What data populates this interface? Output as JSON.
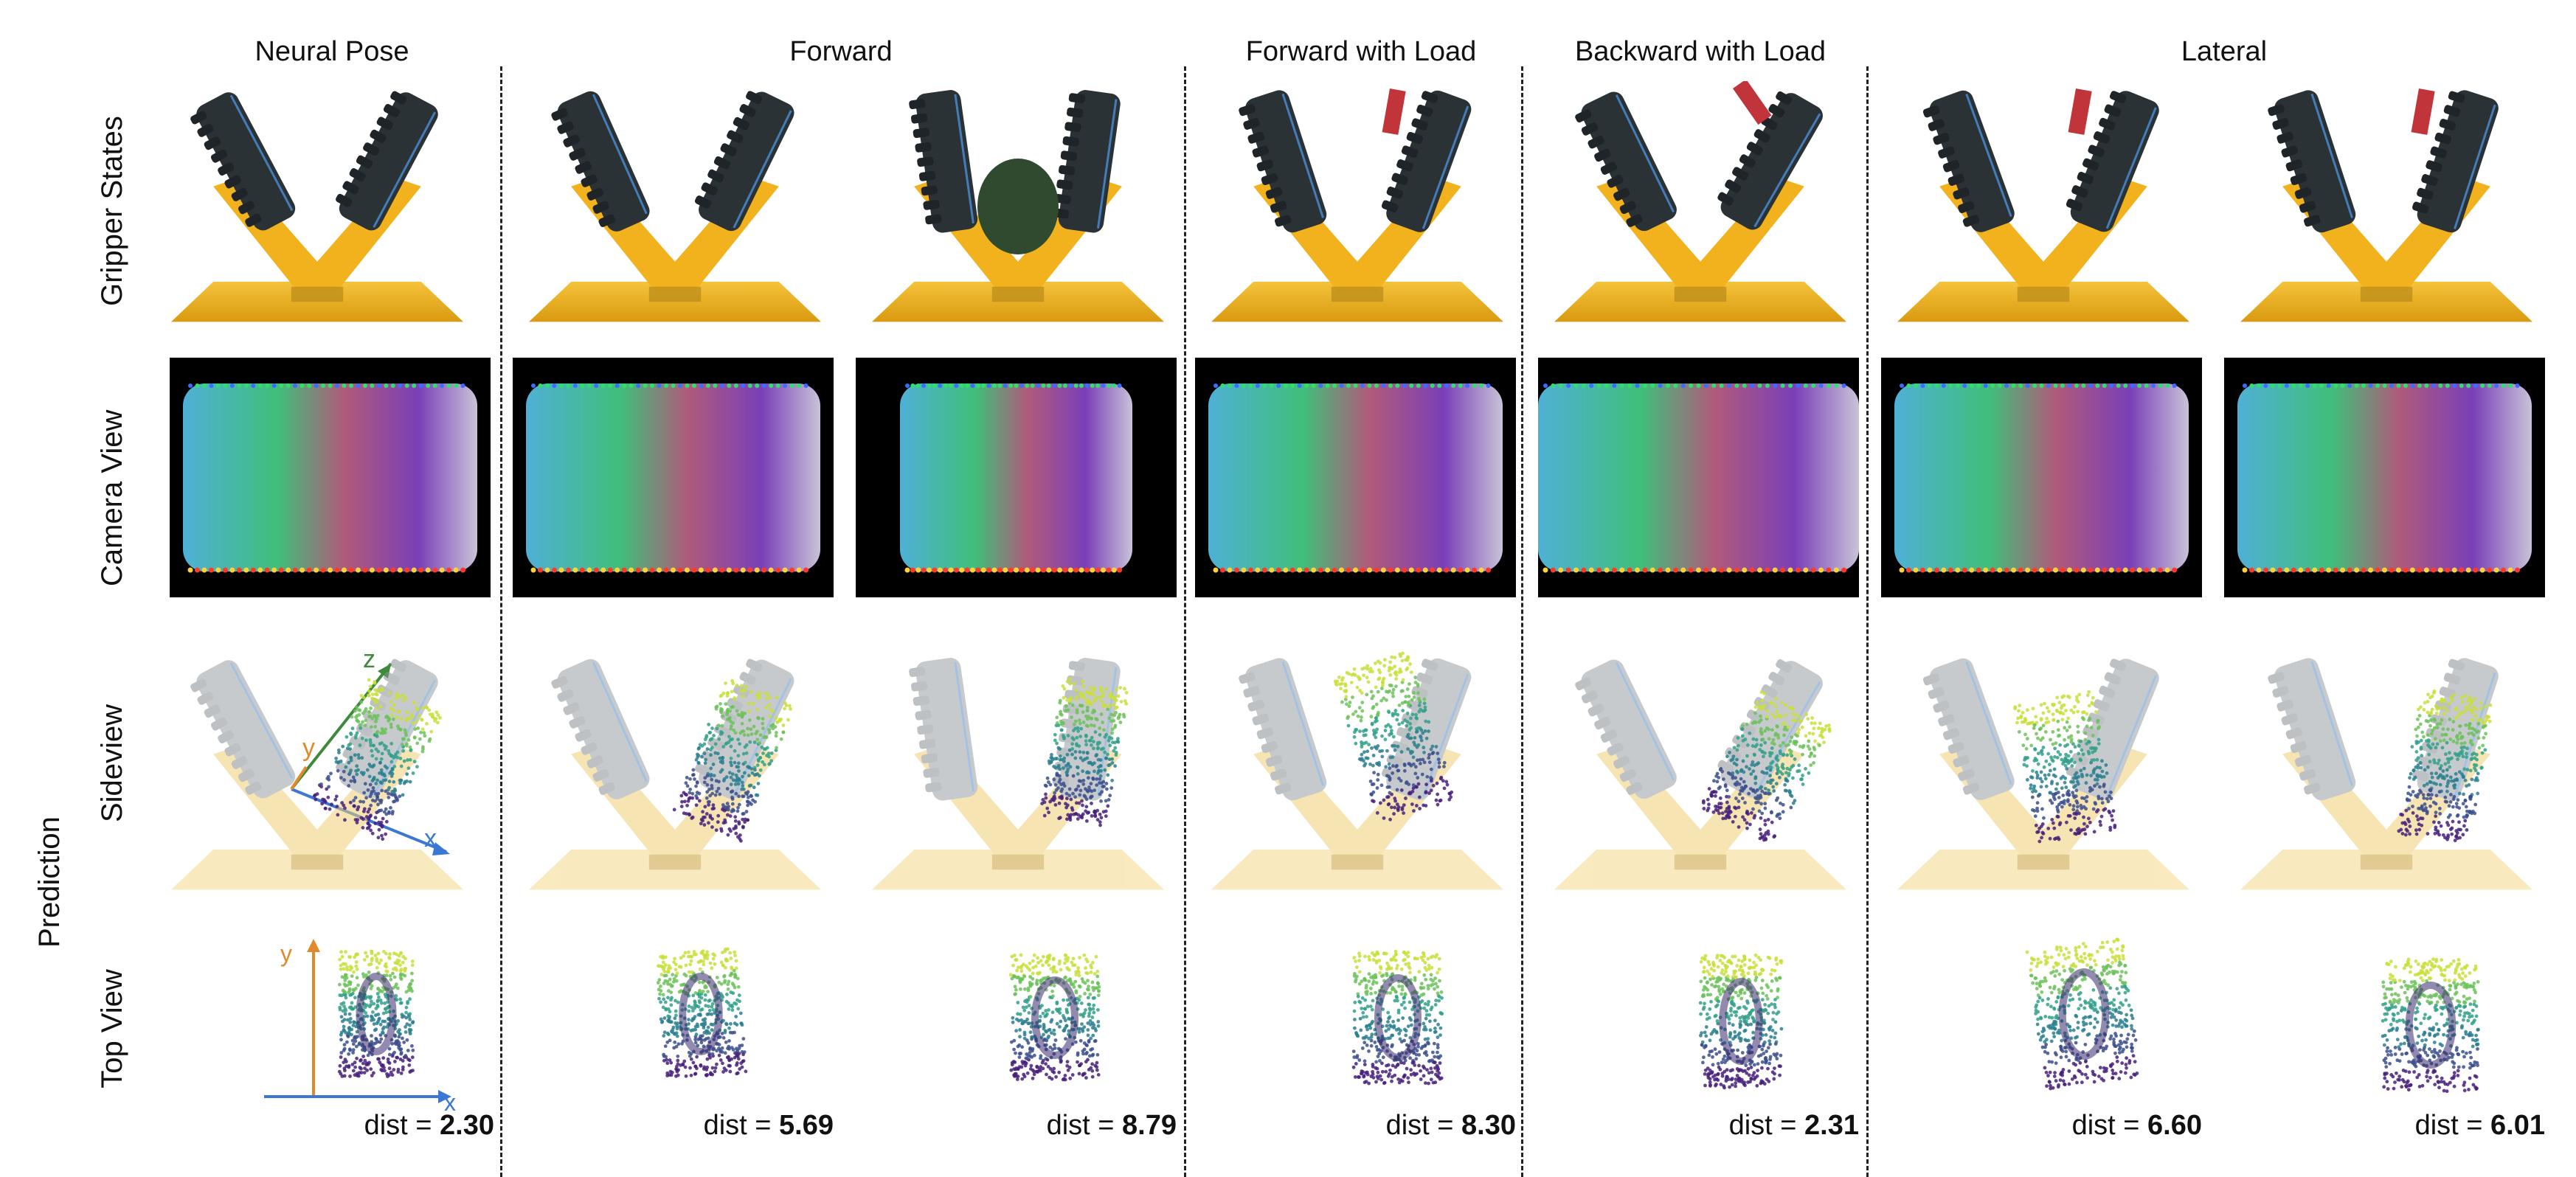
{
  "columns": [
    {
      "id": "neural",
      "title": "Neural Pose"
    },
    {
      "id": "forward",
      "title": "Forward"
    },
    {
      "id": "forward_load",
      "title": "Forward with Load"
    },
    {
      "id": "backward_load",
      "title": "Backward with Load"
    },
    {
      "id": "lateral",
      "title": "Lateral"
    }
  ],
  "rows": {
    "gripper": "Gripper States",
    "camera": "Camera View",
    "sideview": "Sideview",
    "topview": "Top View",
    "prediction": "Prediction"
  },
  "axes": {
    "side": {
      "z": "z",
      "y": "y",
      "x": "x"
    },
    "top": {
      "y": "y",
      "x": "x"
    }
  },
  "dist_prefix": "dist = ",
  "distances": [
    "2.30",
    "5.69",
    "8.79",
    "8.30",
    "2.31",
    "6.60",
    "6.01"
  ],
  "colors": {
    "base_yellow": "#f2b21e",
    "finger_dark": "#2b3236",
    "axis_orange": "#e08a2c",
    "axis_green": "#3f8a3a",
    "axis_blue": "#3a78d4"
  }
}
